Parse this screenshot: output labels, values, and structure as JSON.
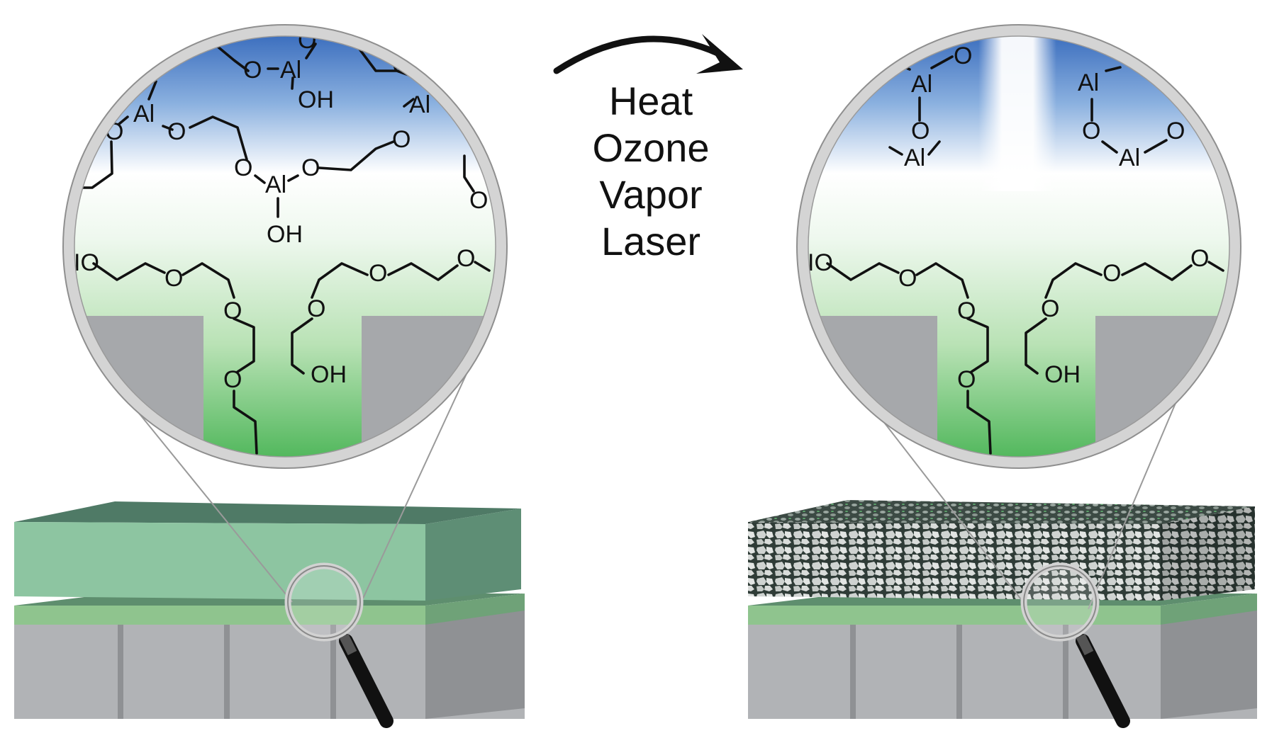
{
  "process_steps": [
    "Heat",
    "Ozone",
    "Vapor",
    "Laser"
  ],
  "atom_labels": {
    "aluminum": "Al",
    "oxygen": "O",
    "hydroxyl": "OH",
    "hydroxyl_cut": "IO"
  },
  "colors": {
    "film_green": "#8dc5a1",
    "film_green_dark": "#5e8e75",
    "film_green_top": "#4f7a66",
    "interlayer_green": "#8fc48e",
    "substrate_gray": "#b1b3b6",
    "substrate_gray_dark": "#8f9194",
    "porous_network": "#303c38",
    "sky_blue": "#3a70c0",
    "plant_green": "#53b85a",
    "lens_rim": "#c9c9c9"
  },
  "icons": [
    "magnifier-icon",
    "curved-arrow-icon"
  ]
}
